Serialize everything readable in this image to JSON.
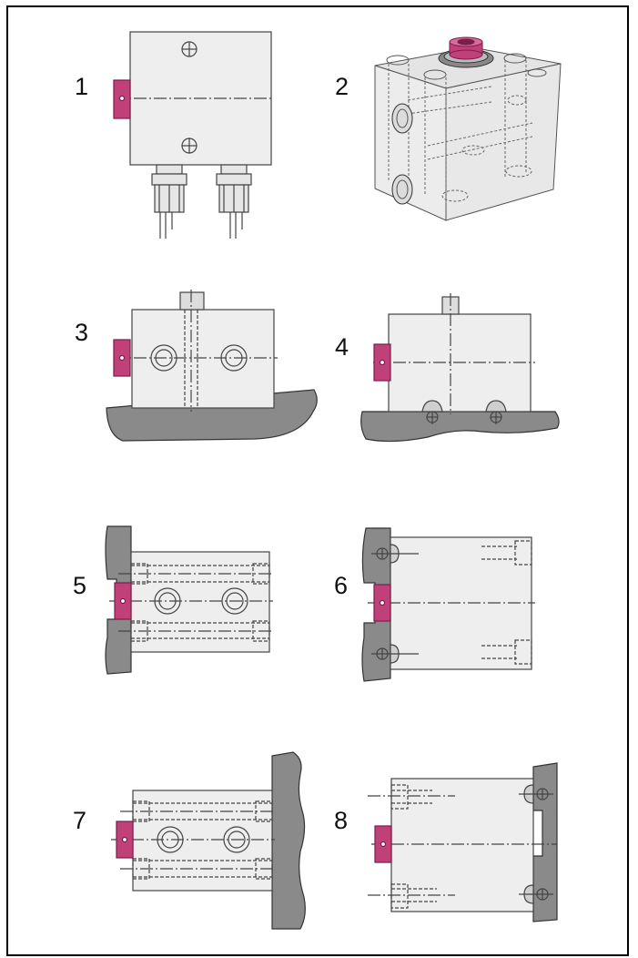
{
  "figure": {
    "panels": [
      {
        "number": "1"
      },
      {
        "number": "2"
      },
      {
        "number": "3"
      },
      {
        "number": "4"
      },
      {
        "number": "5"
      },
      {
        "number": "6"
      },
      {
        "number": "7"
      },
      {
        "number": "8"
      }
    ]
  },
  "colors": {
    "block_fill": "#eeeeee",
    "block_stroke": "#444444",
    "surface_fill": "#8a8a8a",
    "surface_stroke": "#333333",
    "accent_magenta": "#c0407a",
    "accent_magenta_dark": "#7a1f49",
    "line": "#333333"
  }
}
